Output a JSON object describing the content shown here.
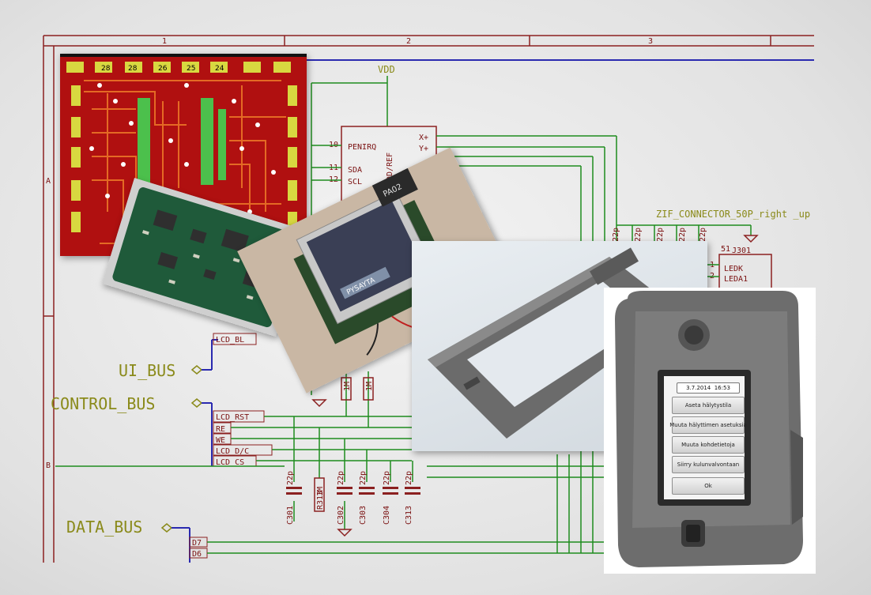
{
  "schematic": {
    "border_numbers": [
      "1",
      "2",
      "3"
    ],
    "row_letters": [
      "A",
      "B"
    ],
    "net_vdd": "VDD",
    "chip_pins_left": [
      "10",
      "11",
      "12"
    ],
    "chip_pin_names_left": [
      "PENIRQ",
      "SDA",
      "SCL"
    ],
    "chip_pin_name_vertical": "VDD/REF",
    "chip_pins_right": [
      "X+",
      "Y+"
    ],
    "connector_title": "ZIF_CONNECTOR_50P_right _up",
    "connector_ref": "J301",
    "connector_pins": [
      "1",
      "2"
    ],
    "connector_pin_names": [
      "LEDK",
      "LEDA1"
    ],
    "connector_pin_top": "51",
    "bus_ui": "UI_BUS",
    "bus_control": "CONTROL_BUS",
    "bus_data": "DATA_BUS",
    "signal_labels": [
      "LCD_BL",
      "LCD_RST",
      "RE",
      "WE",
      "LCD_D/C",
      "LCD_CS"
    ],
    "data_labels": [
      "D7",
      "D6"
    ],
    "caps_values": [
      "22p",
      "22p",
      "22p",
      "22p",
      "22p"
    ],
    "cap_refs": [
      "C301",
      "C302",
      "C303",
      "C304",
      "C313"
    ],
    "resistor_value": "1M",
    "resistor_ref": "R313",
    "small_resistors": [
      "1M",
      "1M"
    ],
    "conn_caps": [
      "22p",
      "22p",
      "22p",
      "22p",
      "22p"
    ],
    "colors": {
      "frame": "#8b2020",
      "wire": "#1e8c1e",
      "bus_text": "#8a8a1a",
      "bus_line": "#2a2ab0",
      "component": "#8b2020"
    }
  },
  "pcb_red": {
    "label_top": [
      "28",
      "28",
      "26",
      "25",
      "24"
    ],
    "colors": {
      "board": "#b01010",
      "trace": "#e06020",
      "pad": "#d8d840",
      "via": "#ffffff"
    }
  },
  "proto": {
    "lcd_label": "PYSAYTA",
    "board_label": "PA02"
  },
  "device": {
    "date": "3.7.2014",
    "time": "16:53",
    "menu": [
      "Aseta hälytystila",
      "Muuta hälyttimen asetuksia",
      "Muuta kohdetietoja",
      "Siirry kulunvalvontaan",
      "Ok"
    ]
  }
}
